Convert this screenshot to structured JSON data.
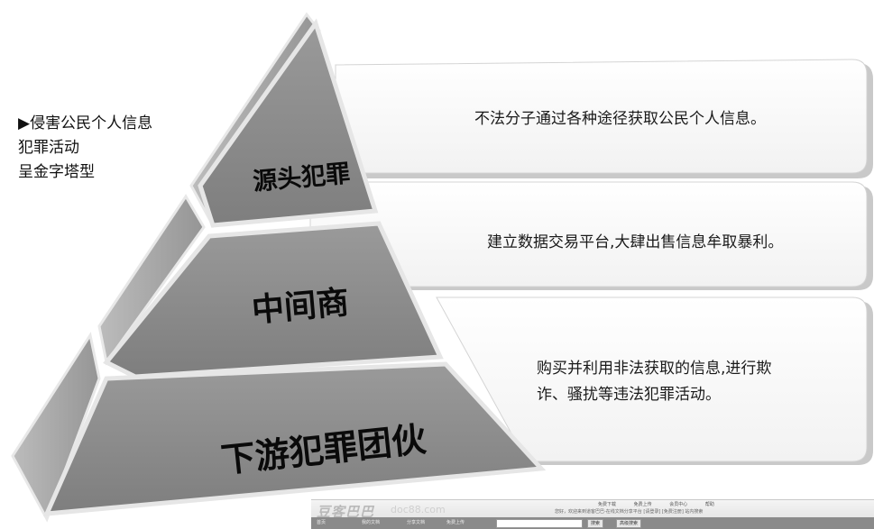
{
  "side_note": {
    "lines": [
      "▶侵害公民个人信息",
      "犯罪活动",
      "呈金字塔型"
    ]
  },
  "pyramid": {
    "tiers": [
      {
        "label": "源头犯罪",
        "description": [
          "不法分子通过各种途径获取公民个人信息。"
        ]
      },
      {
        "label": "中间商",
        "description": [
          "建立数据交易平台,大肆出售信息牟取暴利。"
        ]
      },
      {
        "label": "下游犯罪团伙",
        "description": [
          "购买并利用非法获取的信息,进行欺",
          "诈、骚扰等违法犯罪活动。"
        ]
      }
    ]
  },
  "watermark_banner": {
    "logo": "豆客巴巴",
    "domain": "doc88.com",
    "nav": [
      "免费下载",
      "免费上传",
      "会员中心",
      "帮助"
    ],
    "subtitle": "您好，欢迎来到道客巴巴-在线文档分享平台 [请登录] [免费注册] 站内搜索",
    "tabs": [
      "首页",
      "我的文档",
      "分享文档",
      "免费上传"
    ],
    "buttons": [
      "搜索",
      "高级搜索"
    ]
  },
  "colors": {
    "background": "#ffffff",
    "pyramid_face": "#8c8c8c",
    "pyramid_side": "#a9a9a9",
    "pyramid_edge": "#e6e6e6",
    "card_fill": "#ffffff",
    "card_shadow": "#bdbdbd",
    "text": "#111111"
  }
}
